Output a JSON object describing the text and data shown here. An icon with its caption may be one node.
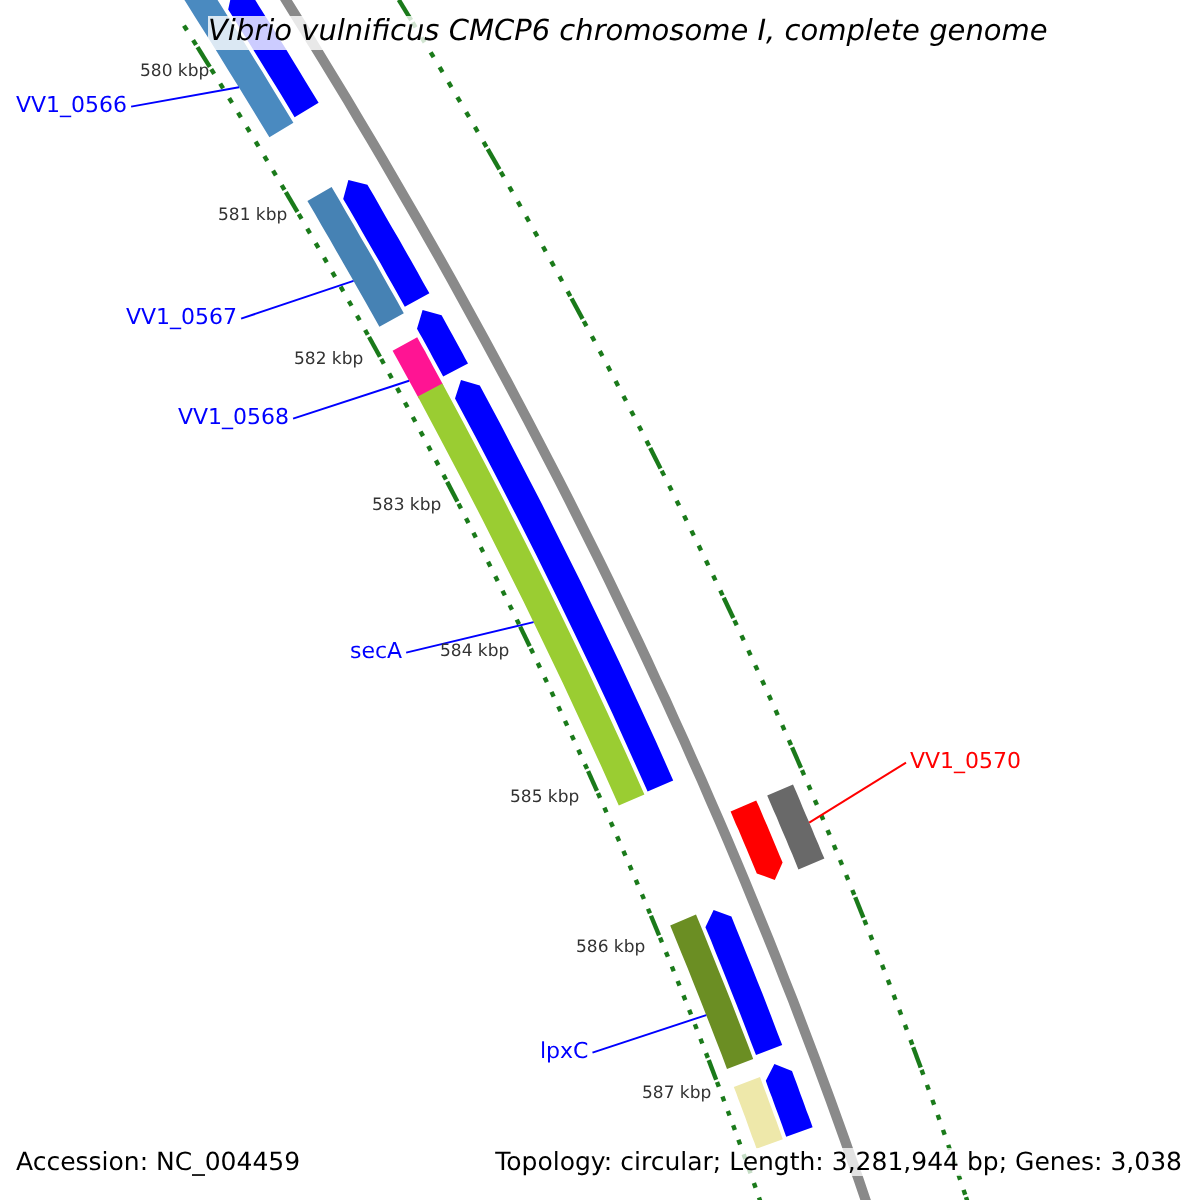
{
  "diagram": {
    "title": "Vibrio vulnificus CMCP6 chromosome I, complete genome",
    "nodes": [
      {
        "text": [
          "VV1_0566"
        ]
      },
      {
        "text": [],
        "shape": "bar"
      },
      {
        "text": [
          "VV1_0567"
        ]
      },
      {
        "text": [],
        "shape": "bar"
      },
      {
        "text": [
          "VV1_0568"
        ]
      },
      {
        "text": [],
        "shape": "bar"
      },
      {
        "text": [
          "secA"
        ]
      },
      {
        "text": [],
        "shape": "bar"
      },
      {
        "text": [
          "VV1_0570"
        ]
      },
      {
        "text": [],
        "shape": "bar"
      },
      {
        "text": [
          "lpxC"
        ]
      },
      {
        "text": [],
        "shape": "bar"
      },
      {
        "text": [],
        "shape": "arrow"
      },
      {
        "text": [],
        "shape": "arrow"
      },
      {
        "text": [],
        "shape": "arrow"
      },
      {
        "text": [],
        "shape": "arrow"
      },
      {
        "text": [],
        "shape": "arrow"
      },
      {
        "text": [],
        "shape": "arrow"
      },
      {
        "text": [],
        "shape": "bar"
      },
      {
        "text": [],
        "shape": "arrow"
      }
    ],
    "edges": [
      {
        "from": 0,
        "to": 1,
        "arrow": "none"
      },
      {
        "from": 2,
        "to": 3,
        "arrow": "none"
      },
      {
        "from": 4,
        "to": 5,
        "arrow": "none"
      },
      {
        "from": 6,
        "to": 7,
        "arrow": "none"
      },
      {
        "from": 8,
        "to": 9,
        "arrow": "none",
        "color": "#ff0000"
      },
      {
        "from": 10,
        "to": 11,
        "arrow": "none"
      }
    ],
    "labels": [
      "580 kbp",
      "581 kbp",
      "582 kbp",
      "583 kbp",
      "584 kbp",
      "585 kbp",
      "586 kbp",
      "587 kbp",
      "Accession: NC_004459",
      "Topology: circular; Length: 3,281,944 bp; Genes: 3,038"
    ]
  }
}
